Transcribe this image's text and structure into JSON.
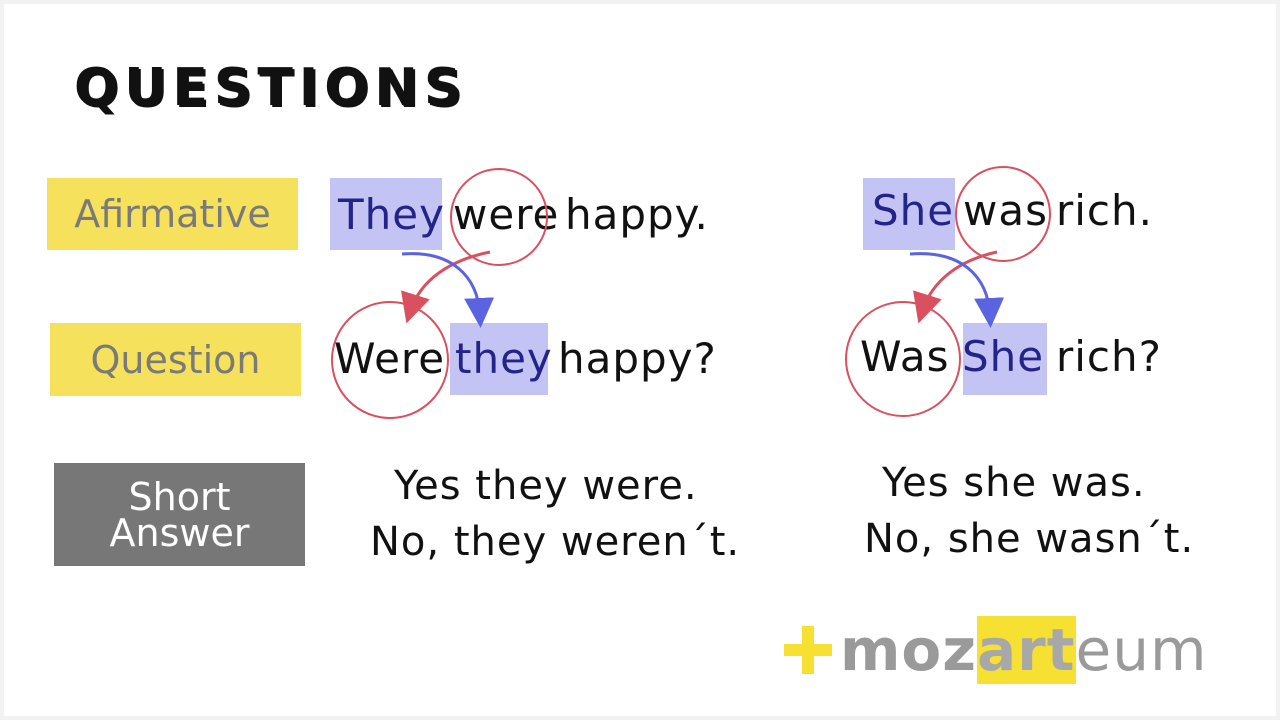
{
  "title": "QUESTIONS",
  "labels": {
    "affirmative": "Afirmative",
    "question": "Question",
    "short_answer_line1": "Short",
    "short_answer_line2": "Answer"
  },
  "example1": {
    "affirmative": {
      "subject": "They",
      "verb": "were",
      "rest": "happy."
    },
    "question": {
      "verb": "Were",
      "subject": "they",
      "rest": "happy?"
    },
    "answer_yes": "Yes they were.",
    "answer_no": "No, they weren´t."
  },
  "example2": {
    "affirmative": {
      "subject": "She",
      "verb": "was",
      "rest": "rich."
    },
    "question": {
      "verb": "Was",
      "subject": "She",
      "rest": "rich?"
    },
    "answer_yes": "Yes she was.",
    "answer_no": "No, she wasn´t."
  },
  "logo": {
    "part1": "moz",
    "part2": "art",
    "part3": "eum"
  },
  "colors": {
    "highlight": "#c4c4f4",
    "circle": "#d9505f",
    "arrow_blue": "#5a63e0",
    "label_yellow": "#f6e15c",
    "label_gray": "#777777"
  }
}
